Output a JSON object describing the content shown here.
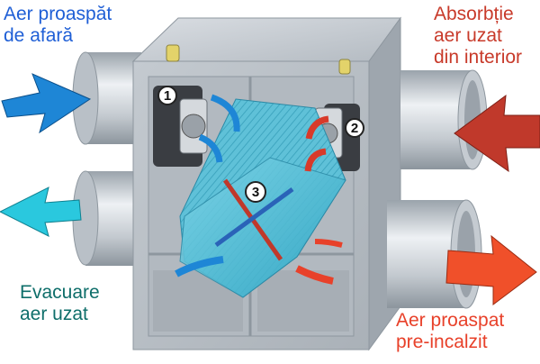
{
  "labels": {
    "fresh_air_in": "Aer proaspăt\nde afară",
    "exhaust_air_in": "Absorbție\naer uzat\ndin interior",
    "exhaust_air_out": "Evacuare\naer uzat",
    "fresh_air_out": "Aer proaspat\npre-incalzit"
  },
  "markers": [
    "1",
    "2",
    "3"
  ],
  "colors": {
    "fresh_in_text": "#1f5fd6",
    "exhaust_in_text": "#c83a2a",
    "exhaust_out_text": "#0e6e6a",
    "fresh_out_text": "#e8412a",
    "arrow_fresh_in": "#1e86d6",
    "arrow_exhaust_in": "#c0392b",
    "arrow_exhaust_out": "#2ac8de",
    "arrow_fresh_out": "#f0502a",
    "casing": "#c9ced4",
    "core": "#57c0d8"
  }
}
